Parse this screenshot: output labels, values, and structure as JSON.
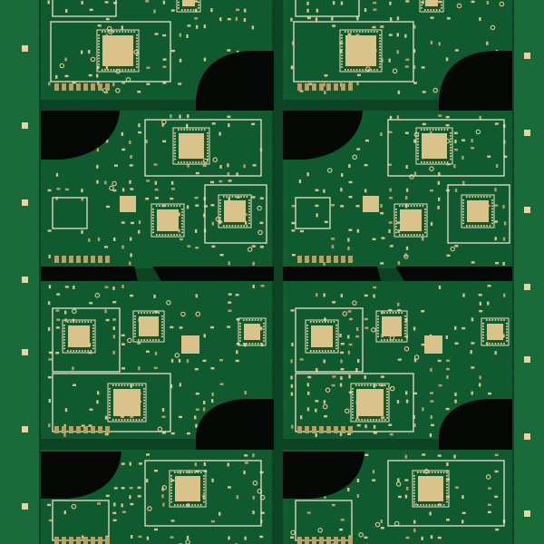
{
  "image": {
    "subject": "pcb-panel",
    "colors": {
      "board": "#0f5a2e",
      "board_dark": "#0a4423",
      "board_light": "#1a6b3a",
      "cutout": "#050805",
      "gold": "#d9c38a",
      "gold_light": "#e6d4a3",
      "gold_dim": "#b7a068",
      "silk": "#e9e2c8",
      "trace": "#2d7f4a"
    },
    "panel": {
      "columns": 2,
      "rows": 4,
      "rails": [
        "left-rail",
        "right-rail"
      ],
      "tooling_pads_per_rail": 7
    }
  }
}
